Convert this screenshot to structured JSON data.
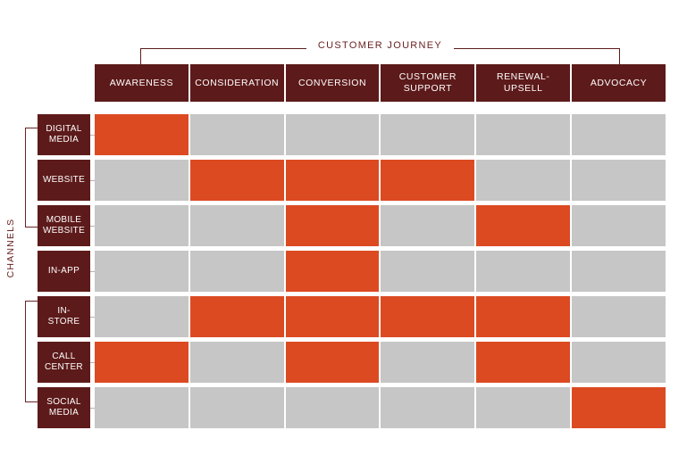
{
  "colors": {
    "maroon": "#5d1a1a",
    "maroon_text": "#6b2323",
    "orange_active": "#dc4a22",
    "grey_inactive": "#c6c6c6",
    "background": "#ffffff"
  },
  "top_bracket": {
    "label": "CUSTOMER JOURNEY"
  },
  "left_bracket": {
    "label": "CHANNELS"
  },
  "columns": [
    {
      "id": "awareness",
      "label": "AWARENESS"
    },
    {
      "id": "consideration",
      "label": "CONSIDERATION"
    },
    {
      "id": "conversion",
      "label": "CONVERSION"
    },
    {
      "id": "customer-support",
      "label": "CUSTOMER\nSUPPORT"
    },
    {
      "id": "renewal-upsell",
      "label": "RENEWAL-\nUPSELL"
    },
    {
      "id": "advocacy",
      "label": "ADVOCACY"
    }
  ],
  "rows": [
    {
      "id": "digital-media",
      "label": "DIGITAL\nMEDIA",
      "cells": [
        true,
        false,
        false,
        false,
        false,
        false
      ]
    },
    {
      "id": "website",
      "label": "WEBSITE",
      "cells": [
        false,
        true,
        true,
        true,
        false,
        false
      ]
    },
    {
      "id": "mobile-website",
      "label": "MOBILE\nWEBSITE",
      "cells": [
        false,
        false,
        true,
        false,
        true,
        false
      ]
    },
    {
      "id": "in-app",
      "label": "IN-APP",
      "cells": [
        false,
        false,
        true,
        false,
        false,
        false
      ]
    },
    {
      "id": "in-store",
      "label": "IN-\nSTORE",
      "cells": [
        false,
        true,
        true,
        true,
        true,
        false
      ]
    },
    {
      "id": "call-center",
      "label": "CALL\nCENTER",
      "cells": [
        true,
        false,
        true,
        false,
        true,
        false
      ]
    },
    {
      "id": "social-media",
      "label": "SOCIAL\nMEDIA",
      "cells": [
        false,
        false,
        false,
        false,
        false,
        true
      ]
    }
  ],
  "chart_data": {
    "type": "heatmap",
    "title": "Customer Journey / Channels matrix",
    "xlabel": "CUSTOMER JOURNEY",
    "ylabel": "CHANNELS",
    "categories": [
      "AWARENESS",
      "CONSIDERATION",
      "CONVERSION",
      "CUSTOMER SUPPORT",
      "RENEWAL-UPSELL",
      "ADVOCACY"
    ],
    "row_labels": [
      "DIGITAL MEDIA",
      "WEBSITE",
      "MOBILE WEBSITE",
      "IN-APP",
      "IN-STORE",
      "CALL CENTER",
      "SOCIAL MEDIA"
    ],
    "values": [
      [
        1,
        0,
        0,
        0,
        0,
        0
      ],
      [
        0,
        1,
        1,
        1,
        0,
        0
      ],
      [
        0,
        0,
        1,
        0,
        1,
        0
      ],
      [
        0,
        0,
        1,
        0,
        0,
        0
      ],
      [
        0,
        1,
        1,
        1,
        1,
        0
      ],
      [
        1,
        0,
        1,
        0,
        1,
        0
      ],
      [
        0,
        0,
        0,
        0,
        0,
        1
      ]
    ],
    "value_legend": {
      "1": "active / highlighted",
      "0": "inactive"
    },
    "grid": false,
    "legend_position": "none"
  }
}
